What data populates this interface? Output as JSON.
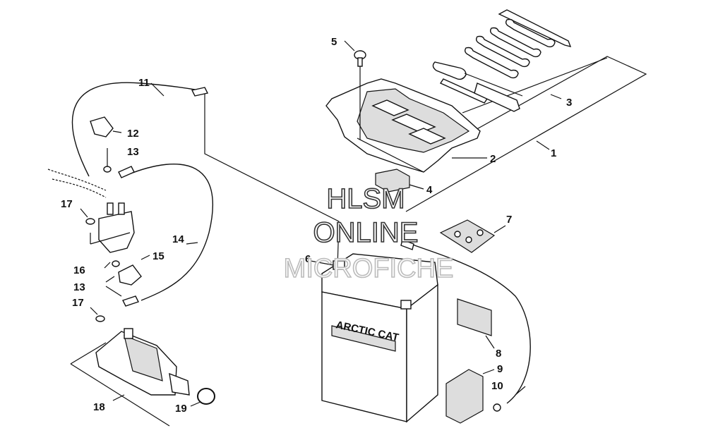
{
  "watermark": {
    "line1": "HLSM",
    "line2": "ONLINE",
    "line3": "MICROFICHE"
  },
  "battery_label": {
    "brand": "ARCTIC CAT"
  },
  "callouts": {
    "c1": "1",
    "c2": "2",
    "c3": "3",
    "c4": "4",
    "c5": "5",
    "c6": "6",
    "c7": "7",
    "c8": "8",
    "c9": "9",
    "c10": "10",
    "c11": "11",
    "c12": "12",
    "c13a": "13",
    "c13b": "13",
    "c14": "14",
    "c15": "15",
    "c16": "16",
    "c17a": "17",
    "c17b": "17",
    "c18": "18",
    "c19": "19"
  }
}
